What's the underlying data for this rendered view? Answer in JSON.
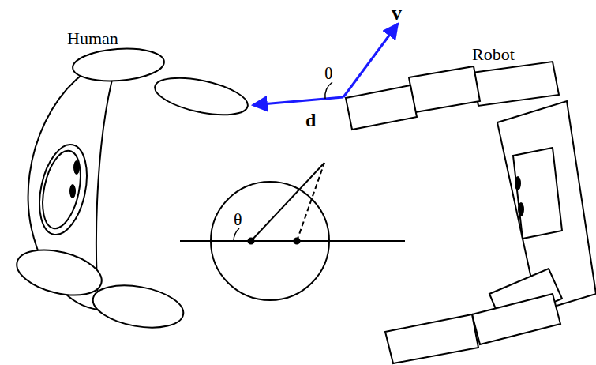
{
  "diagram": {
    "labels": [
      "Human",
      "Robot",
      "v",
      "θ",
      "d",
      "θ"
    ]
  }
}
